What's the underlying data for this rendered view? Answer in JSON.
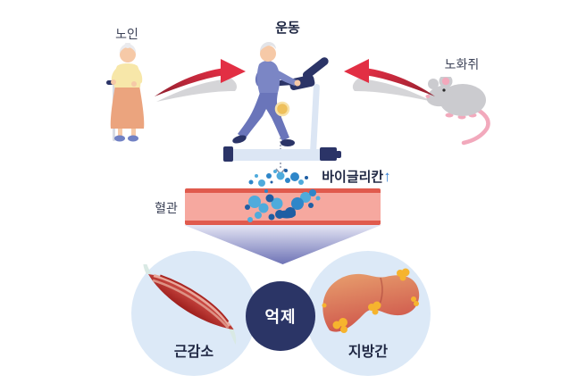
{
  "labels": {
    "elderly": "노인",
    "exercise": "운동",
    "aged_mouse": "노화쥐",
    "biglycan": "바이글리칸",
    "biglycan_arrow": "↑",
    "blood_vessel": "혈관",
    "suppress": "억제",
    "sarcopenia": "근감소",
    "fatty_liver": "지방간"
  },
  "icons": [
    "elderly-woman-illustration",
    "treadmill-walker-illustration",
    "aged-mouse-illustration",
    "red-curved-arrow-left",
    "red-curved-arrow-right",
    "dotted-drop-arrow",
    "blood-vessel-band",
    "biglycan-particles",
    "funnel-down-arrow",
    "muscle-illustration",
    "fatty-liver-illustration",
    "suppression-circle"
  ],
  "colors": {
    "background": "#ffffff",
    "label_text": "#3c4257",
    "bold_text": "#1f2743",
    "arrow_red": "#e22f44",
    "arrow_red_dark": "#8f1f2e",
    "arrow_shadow": "#cbcbce",
    "vessel_fill": "#f6a89f",
    "vessel_border": "#e05a4d",
    "particle_light": "#4fabdc",
    "particle_mid": "#2e86c9",
    "particle_dark": "#1f5ea3",
    "funnel_top": "#e4e5f4",
    "funnel_bottom": "#6e73b6",
    "pale_circle": "#dce9f7",
    "suppress_circle": "#2b3566",
    "suppress_text": "#ffffff",
    "biglycan_arrow_blue": "#2e7cd4",
    "muscle_red": "#c53430",
    "liver_orange": "#e59a68",
    "liver_red": "#cf574c",
    "fat_yellow": "#f6b42e",
    "mouse_gray": "#cbcbcf",
    "mouse_pink": "#f2a9bc"
  }
}
